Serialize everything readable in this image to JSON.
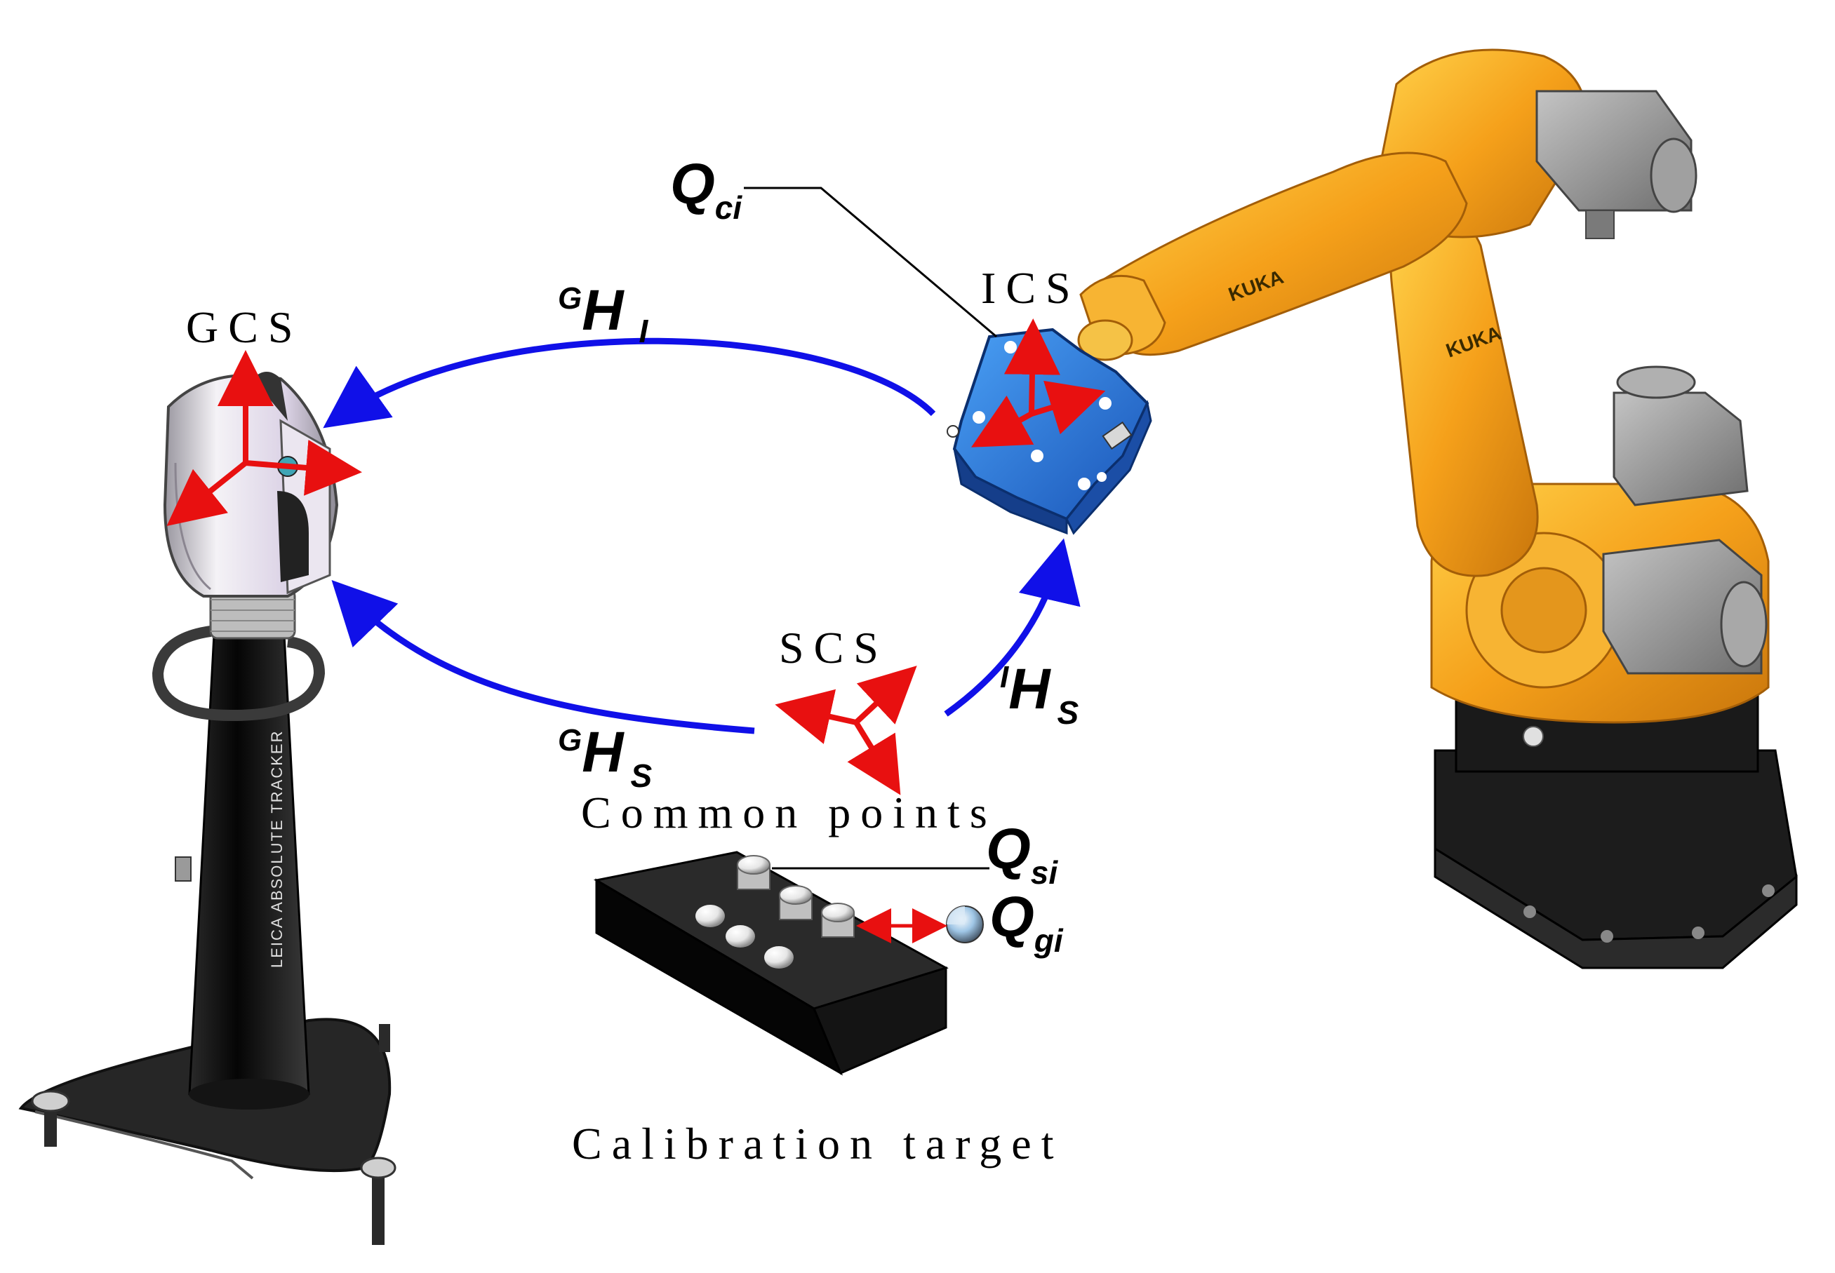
{
  "labels": {
    "gcs": "GCS",
    "ics": "ICS",
    "scs": "SCS",
    "common_points": "Common points",
    "calibration_target": "Calibration target",
    "tracker_text": "LEICA ABSOLUTE TRACKER",
    "kuka_upper": "KUKA",
    "kuka_lower": "KUKA"
  },
  "math": {
    "q_ci": {
      "main": "Q",
      "sub": "ci"
    },
    "q_si": {
      "main": "Q",
      "sub": "si"
    },
    "q_gi": {
      "main": "Q",
      "sub": "gi"
    },
    "g_h_i": {
      "sup": "G",
      "main": "H",
      "sub": "I"
    },
    "g_h_s": {
      "sup": "G",
      "main": "H",
      "sub": "S"
    },
    "i_h_s": {
      "sup": "I",
      "main": "H",
      "sub": "S"
    }
  },
  "colors": {
    "transform_arrow": "#1010e8",
    "axis_arrow": "#e81010",
    "robot_orange": "#f5a01a",
    "robot_grey": "#8c8c8c",
    "robot_base": "#1e1e1e",
    "tool_blue": "#2f7fe0",
    "tracker_black": "#111111",
    "tracker_silver": "#d8d4dc"
  },
  "icons": [
    "laser-tracker-icon",
    "industrial-robot-icon",
    "measurement-tool-icon",
    "calibration-target-icon",
    "sphere-target-icon"
  ]
}
